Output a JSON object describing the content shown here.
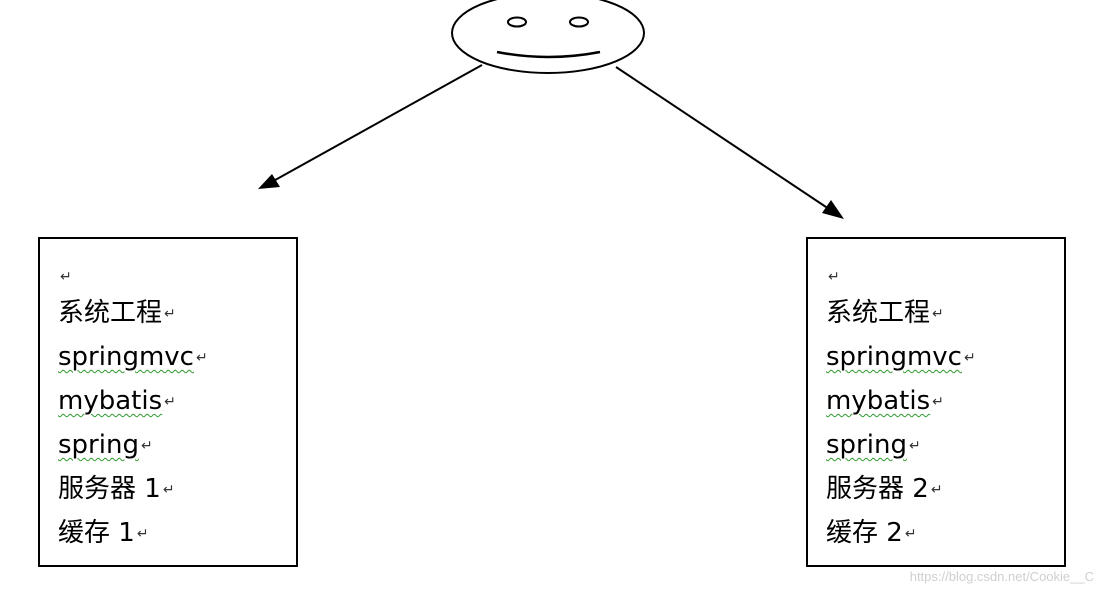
{
  "boxes": [
    {
      "items": [
        {
          "text": "",
          "mark": "↵",
          "squiggle": false
        },
        {
          "text": "系统工程",
          "mark": "↵",
          "squiggle": false
        },
        {
          "text": "springmvc",
          "mark": "↵",
          "squiggle": true
        },
        {
          "text": "mybatis",
          "mark": "↵",
          "squiggle": true
        },
        {
          "text": "spring",
          "mark": "↵",
          "squiggle": true
        },
        {
          "text": "服务器 1",
          "mark": "↵",
          "squiggle": false
        },
        {
          "text": "缓存 1",
          "mark": "↵",
          "squiggle": false
        }
      ]
    },
    {
      "items": [
        {
          "text": "",
          "mark": "↵",
          "squiggle": false
        },
        {
          "text": "系统工程",
          "mark": "↵",
          "squiggle": false
        },
        {
          "text": "springmvc",
          "mark": "↵",
          "squiggle": true
        },
        {
          "text": "mybatis",
          "mark": "↵",
          "squiggle": true
        },
        {
          "text": "spring",
          "mark": "↵",
          "squiggle": true
        },
        {
          "text": "服务器 2",
          "mark": "↵",
          "squiggle": false
        },
        {
          "text": "缓存 2",
          "mark": "↵",
          "squiggle": false
        }
      ]
    }
  ],
  "watermark": "https://blog.csdn.net/Cookie__C",
  "colors": {
    "stroke": "#000000",
    "spellcheck": "#2e9a2e"
  }
}
